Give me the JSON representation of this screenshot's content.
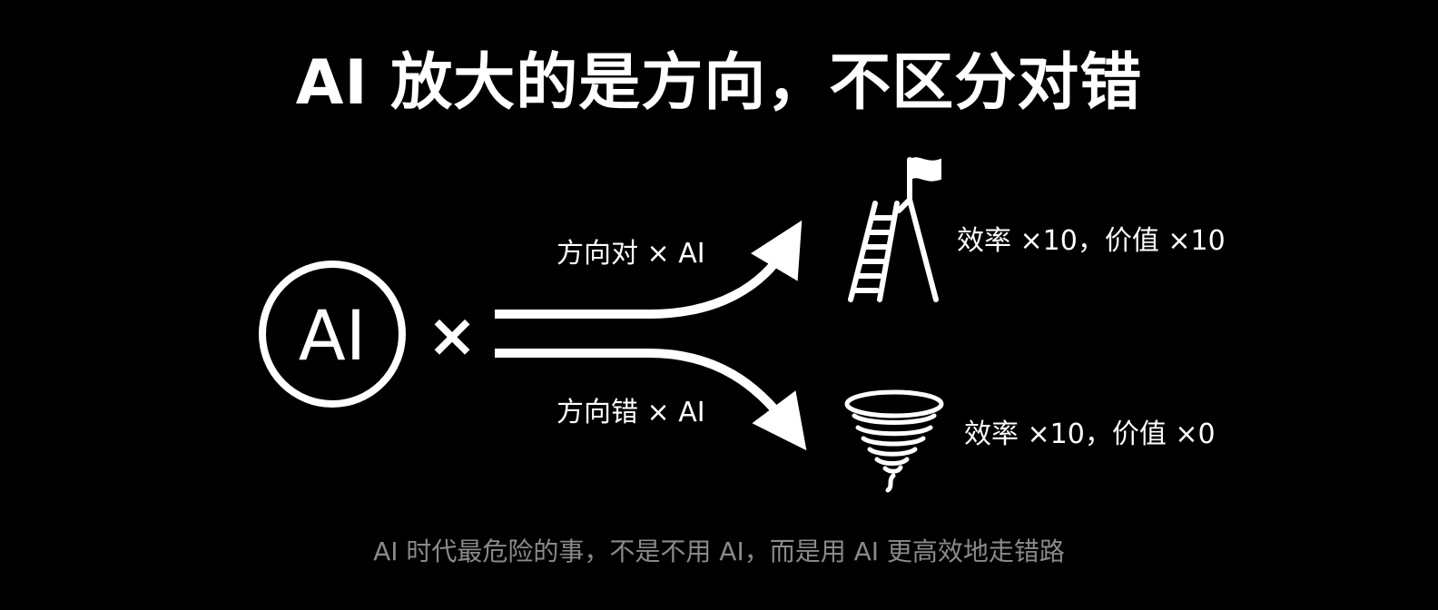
{
  "title": "AI 放大的是方向，不区分对错",
  "source": {
    "circle_text": "AI",
    "multiply_symbol": "×"
  },
  "paths": [
    {
      "label": "方向对 × AI",
      "outcome": "效率 ×10，价值 ×10",
      "icon": "ladder-flag-icon"
    },
    {
      "label": "方向错 × AI",
      "outcome": "效率 ×10，价值 ×0",
      "icon": "tornado-icon"
    }
  ],
  "footer": "AI 时代最危险的事，不是不用 AI，而是用 AI 更高效地走错路",
  "colors": {
    "background": "#000000",
    "foreground": "#ffffff",
    "footer_text": "#8a8a8a"
  }
}
